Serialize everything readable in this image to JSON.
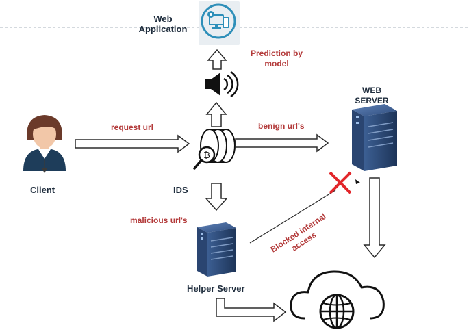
{
  "labels": {
    "web_application": "Web\nApplication",
    "prediction": "Prediction by\nmodel",
    "web_server": "WEB\nSERVER",
    "request_url": "request url",
    "benign_urls": "benign url's",
    "client": "Client",
    "ids": "IDS",
    "malicious_urls": "malicious url's",
    "blocked": "Blocked internal\naccess",
    "helper_server": "Helper Server"
  },
  "colors": {
    "label_dark": "#1f2d3d",
    "label_red": "#b33a3a",
    "server_dark": "#1d3458",
    "server_light": "#3c5f93",
    "block_mark": "#e2262b",
    "dashed_line": "#a8b3bd"
  },
  "icons": {
    "web_app": "web-application-icon",
    "speaker": "speaker-icon",
    "client": "user-avatar-icon",
    "ids": "ids-filter-icon",
    "web_server": "server-icon",
    "helper_server": "server-icon",
    "internet": "cloud-globe-icon",
    "blocked": "red-x-icon"
  }
}
